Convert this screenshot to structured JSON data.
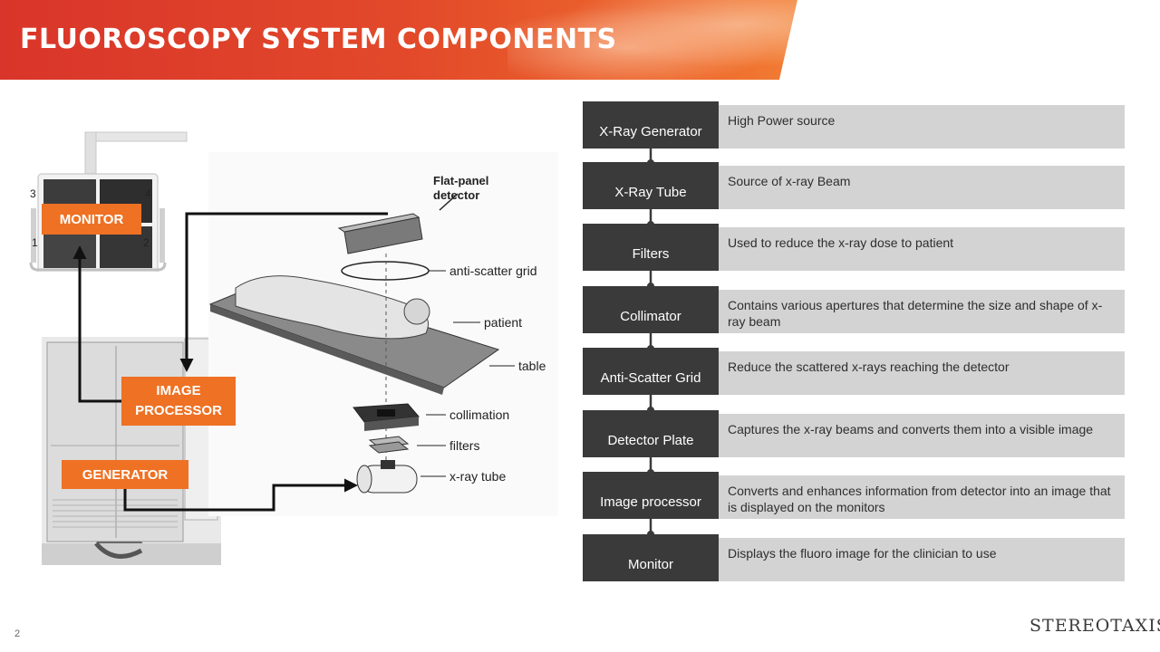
{
  "slide": {
    "title": "FLUOROSCOPY SYSTEM COMPONENTS",
    "page_number": "2"
  },
  "equipment_tags": {
    "monitor": "MONITOR",
    "image_processor_line1": "IMAGE",
    "image_processor_line2": "PROCESSOR",
    "generator": "GENERATOR"
  },
  "monitor_screen_numbers": [
    "3",
    "4",
    "1",
    "2"
  ],
  "diagram_labels": {
    "flat_panel_line1": "Flat-panel",
    "flat_panel_line2": "detector",
    "anti_scatter_grid": "anti-scatter grid",
    "patient": "patient",
    "table": "table",
    "collimation": "collimation",
    "filters": "filters",
    "xray_tube": "x-ray tube"
  },
  "components": [
    {
      "name": "X-Ray Generator",
      "description": "High Power source"
    },
    {
      "name": "X-Ray Tube",
      "description": "Source of x-ray Beam"
    },
    {
      "name": "Filters",
      "description": "Used to reduce the x-ray dose to patient"
    },
    {
      "name": "Collimator",
      "description": "Contains various apertures that determine the size and shape of x-ray beam"
    },
    {
      "name": "Anti-Scatter Grid",
      "description": "Reduce the scattered x-rays reaching the detector"
    },
    {
      "name": "Detector Plate",
      "description": "Captures the x-ray beams and converts them into a visible image"
    },
    {
      "name": "Image processor",
      "description": "Converts and enhances information from detector into an image that is displayed on the monitors"
    },
    {
      "name": "Monitor",
      "description": "Displays the fluoro image for the clinician to use"
    }
  ],
  "brand": {
    "logo_text": "STEREOTAXIS",
    "accent_color": "#ee7124",
    "dark_color": "#3a3a3a",
    "banner_color": "#e2492a"
  },
  "icons": {
    "logo_mark": "stereotaxis-flame-logo-icon"
  }
}
